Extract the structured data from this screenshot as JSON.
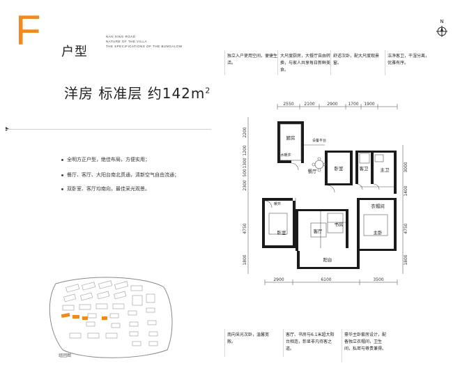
{
  "header": {
    "letter": "F",
    "type_label": "户型",
    "english_lines": [
      "NAN XING ROAD",
      "NATURE OF THE VILLA",
      "THE SPECIFICATIONS OF THE BUNGALOW"
    ],
    "compass_label": "N"
  },
  "headline": {
    "text": "洋房 标准层 约142m",
    "superscript": "2"
  },
  "features": [
    "全明方正户型，绝佳布局，方便实用；",
    "餐厅、客厅、大阳台南北贯通，清新空气自由流通；",
    "双卧室、客厅均南向，最佳采光观景。"
  ],
  "top_descriptions": [
    "独立入户使用空间，便捷生活。",
    "大尺度厨房，大餐厅自由转换，与家人共享每日新鲜美食。",
    "舒适次卧，配大尺度观景窗。",
    "洁净客卫，干湿分离，优雅有序。"
  ],
  "bottom_descriptions": [
    "南向采光次卧，温馨宽敞。",
    "客厅、书房与6.1米超大阳台相连，彰显非凡待客之道。",
    "豪华主卧套房设计，配备独立衣帽间，卫生间，私密与尊贵兼得。"
  ],
  "floorplan": {
    "rooms": {
      "kitchen": "厨房",
      "equipment": "设备平台",
      "water": "水暖井",
      "dining": "餐厅",
      "bedroom2": "卧室",
      "guest_bath": "客卫",
      "master_bath": "主卫",
      "closet": "衣帽间",
      "study": "书房",
      "living": "客厅",
      "bedroom3": "卧室",
      "master_bed": "主卧",
      "balcony": "阳台",
      "air_well": "暖井"
    },
    "dims_top": [
      "2550",
      "2100",
      "2900",
      "1700",
      "1900"
    ],
    "dims_bottom": [
      "2900",
      "6100",
      "3500"
    ],
    "dims_left": [
      "2200",
      "1200",
      "1300",
      "500",
      "2300",
      "4750",
      "1800"
    ],
    "dims_right": [
      "3000",
      "1400",
      "4750",
      "1800"
    ]
  },
  "siteplan": {
    "label": "组团图"
  },
  "colors": {
    "accent": "#f08a1c",
    "text": "#222222"
  }
}
